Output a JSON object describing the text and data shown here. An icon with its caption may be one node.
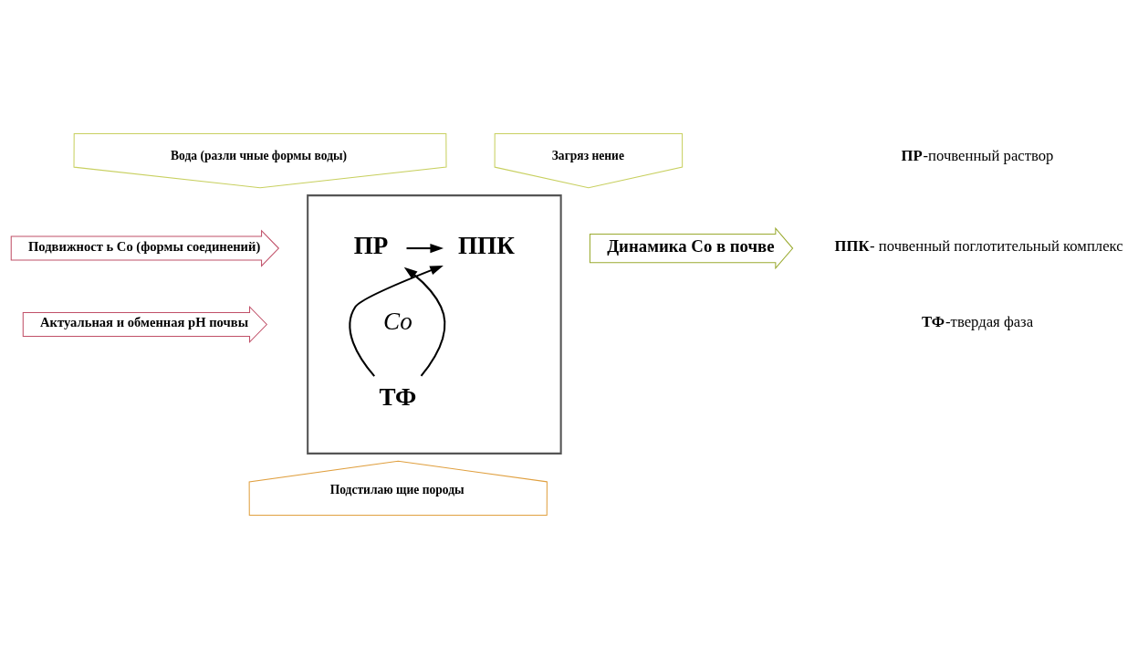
{
  "diagram": {
    "nodes": [
      {
        "text": [],
        "shape": "box"
      },
      {
        "text": [
          "ПР"
        ],
        "in": 0
      },
      {
        "text": [
          "ППК"
        ],
        "in": 0
      },
      {
        "text": [
          "ТФ"
        ],
        "in": 0
      },
      {
        "text": [
          "Вода (разли чные формы воды)"
        ]
      },
      {
        "text": [
          "Загряз нение"
        ]
      },
      {
        "text": [
          "Подвижност ь Co (формы соединений)"
        ]
      },
      {
        "text": [
          "Актуальная и обменная pH почвы"
        ]
      },
      {
        "text": [
          "Подстилаю щие породы"
        ]
      },
      {
        "text": [
          "Динамика Co в почве"
        ]
      }
    ],
    "edges": [
      {
        "from": 1,
        "to": 2,
        "arrow": "to"
      },
      {
        "from": 3,
        "to": 1,
        "arrow": "to"
      },
      {
        "from": 3,
        "to": 2,
        "arrow": "to"
      }
    ],
    "labels": [
      "**ПР**-почвенный раствор",
      "**ППК**- почвенный поглотительный комплекс",
      "**ТФ**-твердая фаза",
      "*Co*"
    ]
  }
}
